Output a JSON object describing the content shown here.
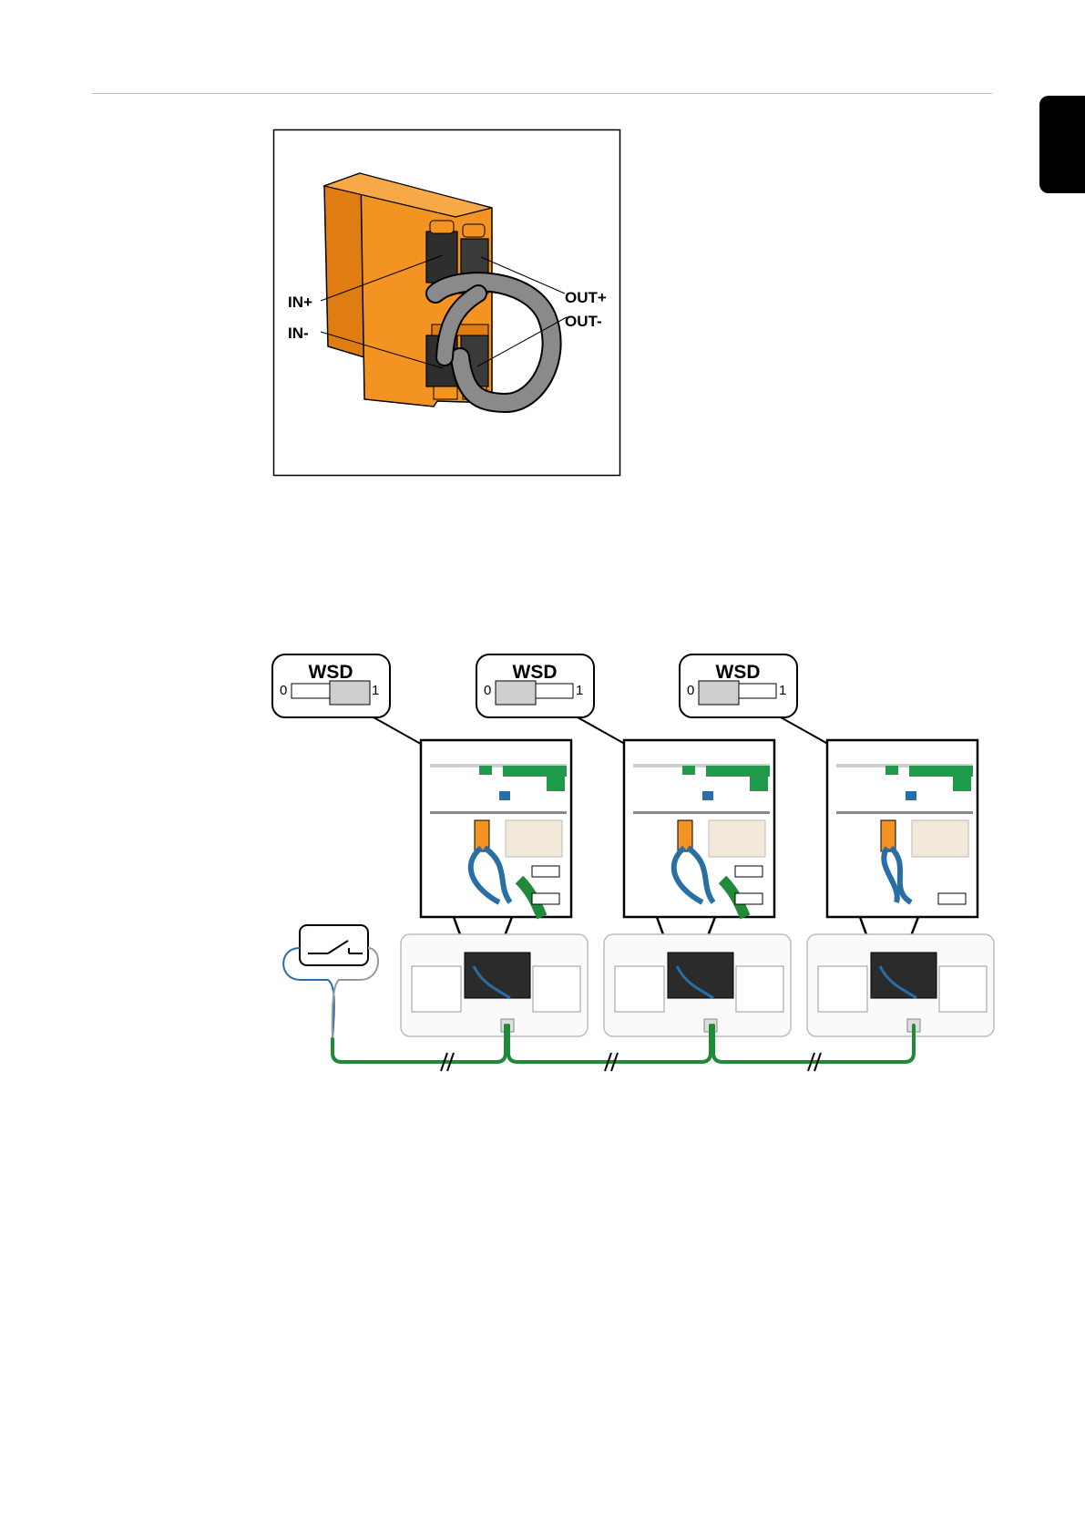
{
  "figure1": {
    "labels": {
      "in_plus": "IN+",
      "in_minus": "IN-",
      "out_plus": "OUT+",
      "out_minus": "OUT-"
    }
  },
  "figure2": {
    "switches": [
      {
        "title": "WSD",
        "left": "0",
        "right": "1",
        "position": 1
      },
      {
        "title": "WSD",
        "left": "0",
        "right": "1",
        "position": 0
      },
      {
        "title": "WSD",
        "left": "0",
        "right": "1",
        "position": 0
      }
    ]
  },
  "colors": {
    "connector_orange": "#f39322",
    "cable_grey": "#8a8a8a",
    "wire_green": "#1f8a3a",
    "wire_blue": "#2a6ea6",
    "board_green": "#1e9a4a"
  }
}
